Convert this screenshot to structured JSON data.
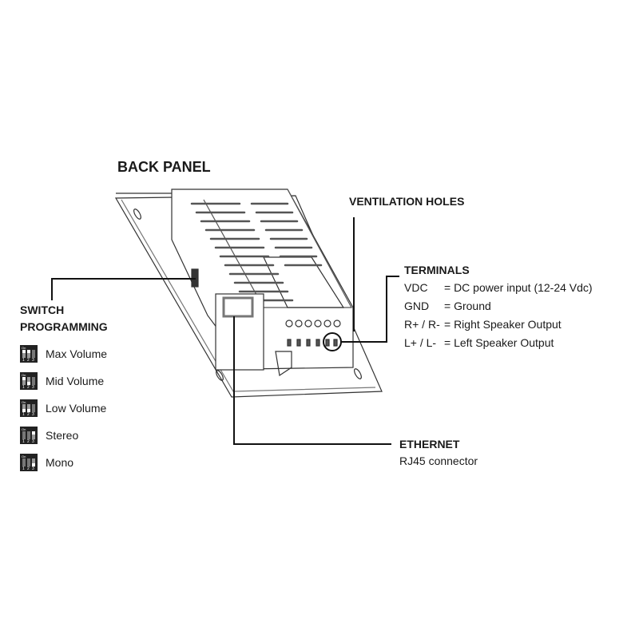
{
  "title": "BACK PANEL",
  "ventilation": {
    "label": "VENTILATION HOLES"
  },
  "terminals": {
    "label": "TERMINALS",
    "rows": [
      {
        "name": "VDC",
        "desc": "= DC power input (12-24 Vdc)"
      },
      {
        "name": "GND",
        "desc": "= Ground"
      },
      {
        "name": "R+ / R-",
        "desc": "= Right Speaker Output"
      },
      {
        "name": "L+ / L-",
        "desc": "= Left Speaker Output"
      }
    ]
  },
  "switch": {
    "label1": "SWITCH",
    "label2": "PROGRAMMING",
    "icon_on": "On",
    "icon_numbers": [
      "1",
      "2",
      "3"
    ],
    "modes": [
      {
        "label": "Max Volume",
        "positions": [
          "up",
          "up",
          "none"
        ]
      },
      {
        "label": "Mid Volume",
        "positions": [
          "up",
          "down",
          "none"
        ]
      },
      {
        "label": "Low Volume",
        "positions": [
          "down",
          "down",
          "none"
        ]
      },
      {
        "label": "Stereo",
        "positions": [
          "none",
          "none",
          "up"
        ]
      },
      {
        "label": "Mono",
        "positions": [
          "none",
          "none",
          "down"
        ]
      }
    ]
  },
  "ethernet": {
    "label": "ETHERNET",
    "sub": "RJ45 connector"
  }
}
